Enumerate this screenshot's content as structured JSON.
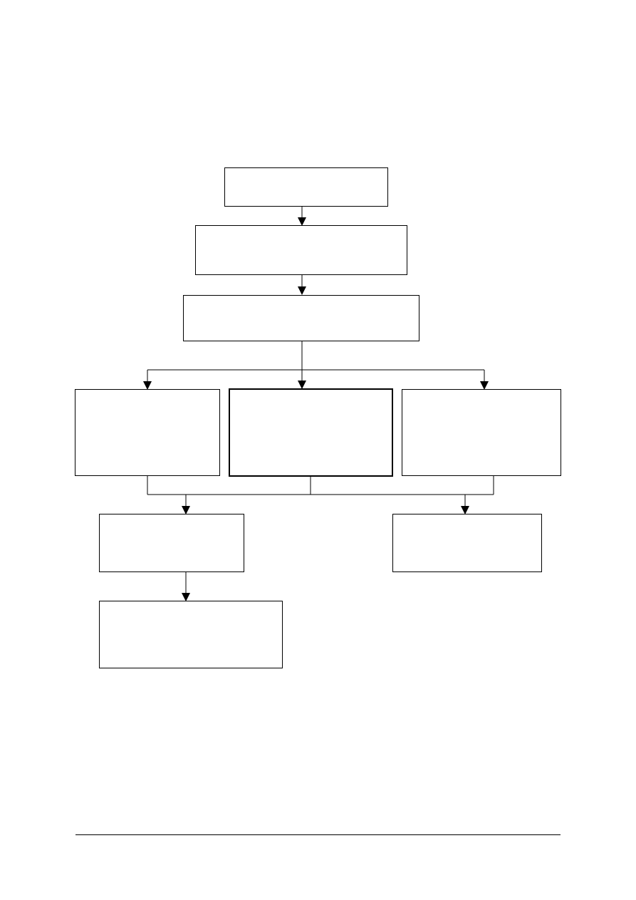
{
  "diagram": {
    "colors": {
      "stroke": "#000000",
      "fill": "#ffffff",
      "background": "#ffffff"
    },
    "nodes": [
      {
        "id": "step-1",
        "label": "",
        "emphasis": false
      },
      {
        "id": "step-2",
        "label": "",
        "emphasis": false
      },
      {
        "id": "step-3",
        "label": "",
        "emphasis": false
      },
      {
        "id": "branch-left",
        "label": "",
        "emphasis": false
      },
      {
        "id": "branch-center",
        "label": "",
        "emphasis": true
      },
      {
        "id": "branch-right",
        "label": "",
        "emphasis": false
      },
      {
        "id": "outcome-left",
        "label": "",
        "emphasis": false
      },
      {
        "id": "outcome-right",
        "label": "",
        "emphasis": false
      },
      {
        "id": "outcome-left-final",
        "label": "",
        "emphasis": false
      }
    ],
    "edges": [
      {
        "from": "step-1",
        "to": "step-2"
      },
      {
        "from": "step-2",
        "to": "step-3"
      },
      {
        "from": "step-3",
        "to": "branch-left"
      },
      {
        "from": "step-3",
        "to": "branch-center"
      },
      {
        "from": "step-3",
        "to": "branch-right"
      },
      {
        "from": "branch-left",
        "to": "outcome-left"
      },
      {
        "from": "branch-center",
        "to": "outcome-left"
      },
      {
        "from": "branch-center",
        "to": "outcome-right"
      },
      {
        "from": "branch-right",
        "to": "outcome-right"
      },
      {
        "from": "outcome-left",
        "to": "outcome-left-final"
      }
    ]
  }
}
